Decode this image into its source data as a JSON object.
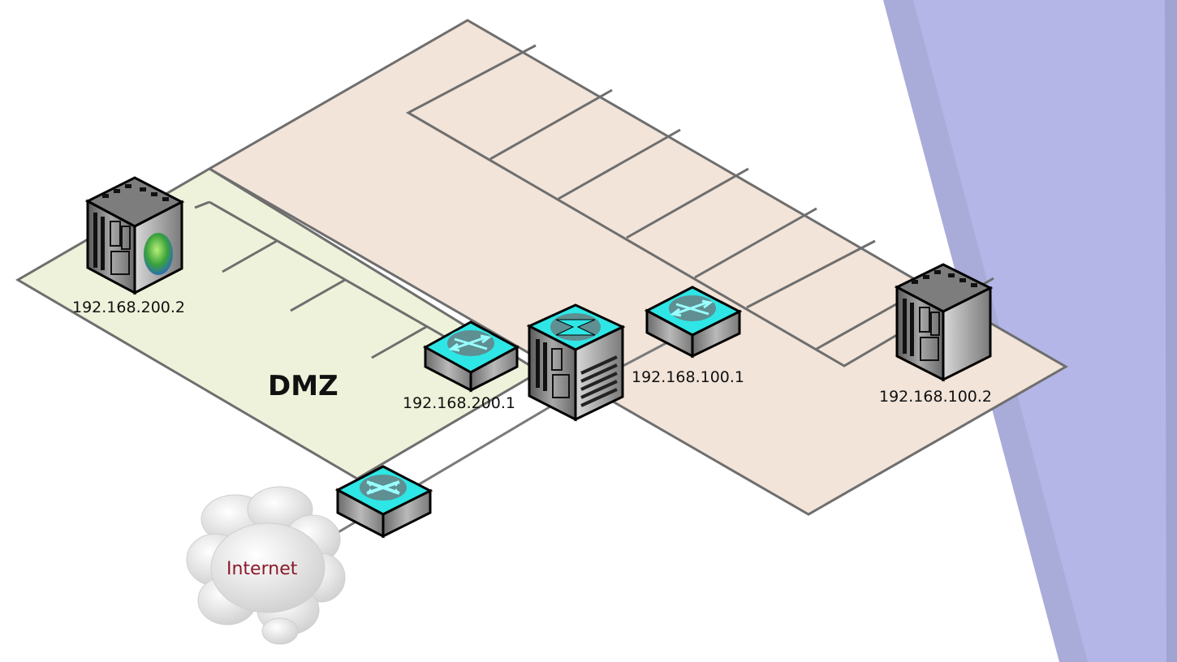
{
  "zones": {
    "dmz": {
      "label": "DMZ",
      "color": "#eef2da"
    },
    "internal": {
      "label": "",
      "color": "#f2e4d9"
    }
  },
  "cloud": {
    "label": "Internet"
  },
  "devices": {
    "web_server": {
      "label": "192.168.200.2",
      "icon": "web-server-icon"
    },
    "dmz_switch": {
      "label": "192.168.200.1",
      "icon": "switch-icon"
    },
    "firewall": {
      "label": "",
      "icon": "firewall-icon"
    },
    "internal_switch": {
      "label": "192.168.100.1",
      "icon": "switch-icon"
    },
    "internal_server": {
      "label": "192.168.100.2",
      "icon": "server-icon"
    },
    "edge_router": {
      "label": "",
      "icon": "router-icon"
    }
  },
  "colors": {
    "device_top": "#2ee6e6",
    "device_body": "#8a8a8a",
    "wall": "#aab0de",
    "line": "#707070"
  }
}
